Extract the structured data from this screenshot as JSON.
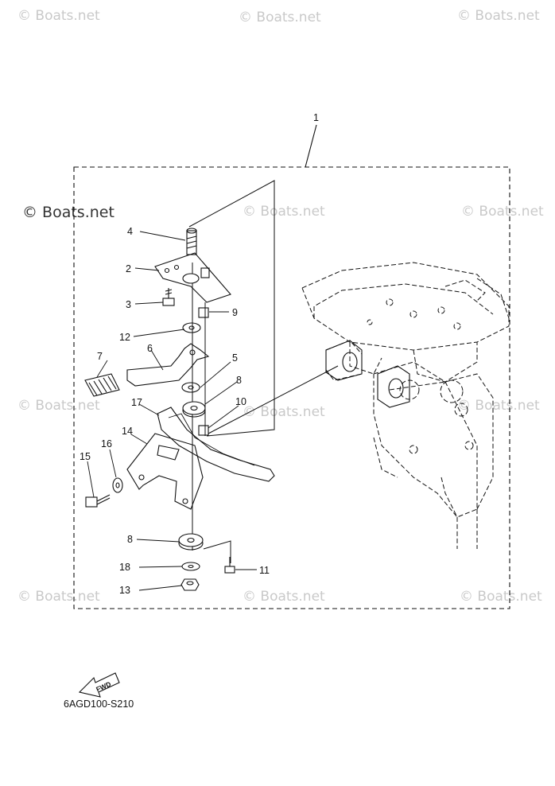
{
  "watermarks": {
    "top_left": "© Boats.net",
    "top_center": "© Boats.net",
    "top_right": "© Boats.net",
    "mid_left": "© Boats.net",
    "mid_center": "© Boats.net",
    "mid_right": "© Boats.net",
    "low_left": "© Boats.net",
    "low_center": "© Boats.net",
    "low_right": "© Boats.net",
    "bottom_left": "© Boats.net",
    "bottom_center": "© Boats.net",
    "bottom_right": "© Boats.net"
  },
  "callouts": {
    "c1": "1",
    "c2": "2",
    "c3": "3",
    "c4": "4",
    "c5": "5",
    "c6": "6",
    "c7": "7",
    "c8a": "8",
    "c8b": "8",
    "c9": "9",
    "c10": "10",
    "c11": "11",
    "c12": "12",
    "c13": "13",
    "c14": "14",
    "c15": "15",
    "c16": "16",
    "c17": "17",
    "c18": "18"
  },
  "fwd_label": "FWD",
  "diagram_code": "6AGD100-S210"
}
